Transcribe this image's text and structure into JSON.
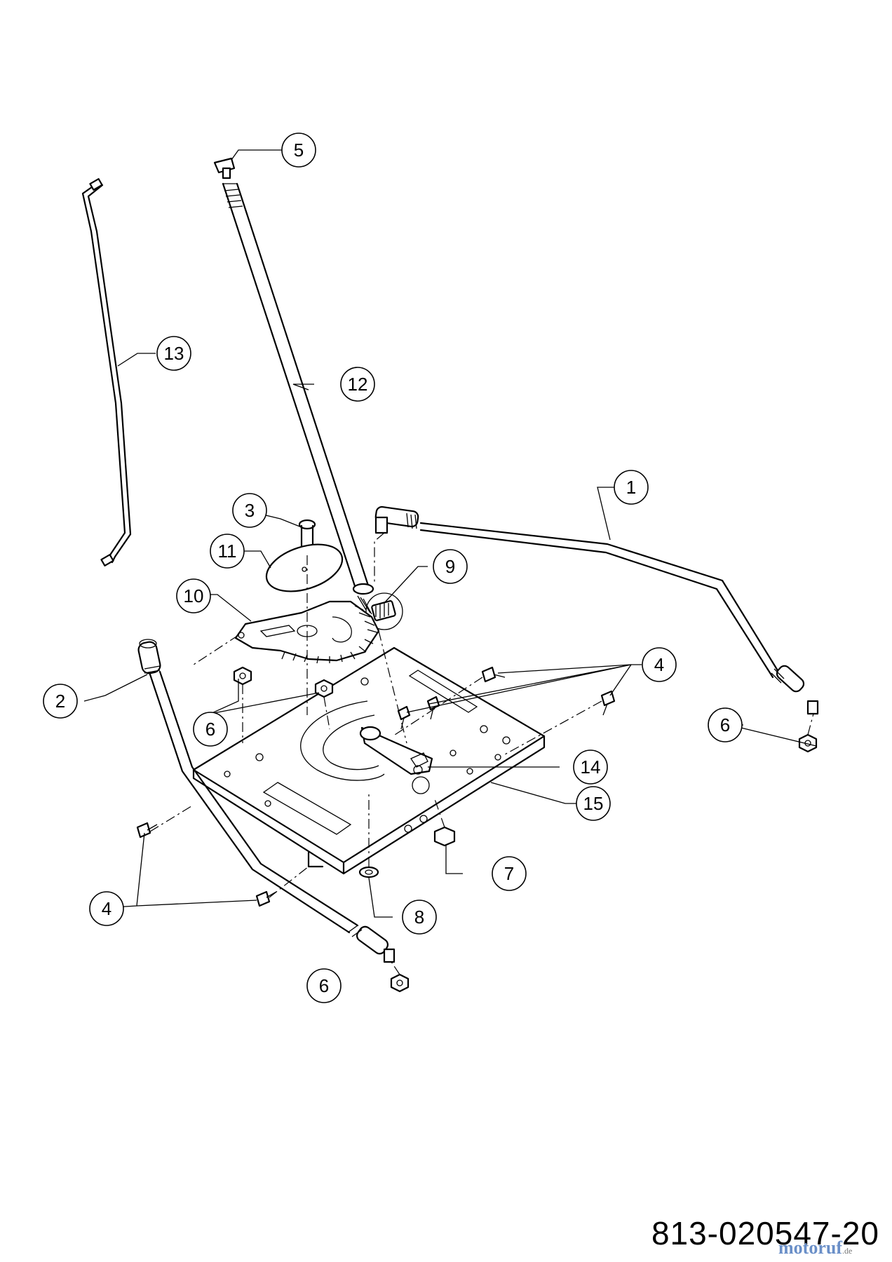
{
  "drawing_number": "813-020547-20",
  "watermark": {
    "brand": "motoruf",
    "tld": ".de"
  },
  "callouts": [
    {
      "id": "c1",
      "label": "1"
    },
    {
      "id": "c2",
      "label": "2"
    },
    {
      "id": "c3",
      "label": "3"
    },
    {
      "id": "c4a",
      "label": "4"
    },
    {
      "id": "c4b",
      "label": "4"
    },
    {
      "id": "c5",
      "label": "5"
    },
    {
      "id": "c6a",
      "label": "6"
    },
    {
      "id": "c6b",
      "label": "6"
    },
    {
      "id": "c6c",
      "label": "6"
    },
    {
      "id": "c7",
      "label": "7"
    },
    {
      "id": "c8",
      "label": "8"
    },
    {
      "id": "c9",
      "label": "9"
    },
    {
      "id": "c10",
      "label": "10"
    },
    {
      "id": "c11",
      "label": "11"
    },
    {
      "id": "c12",
      "label": "12"
    },
    {
      "id": "c13",
      "label": "13"
    },
    {
      "id": "c14",
      "label": "14"
    },
    {
      "id": "c15",
      "label": "15"
    }
  ]
}
